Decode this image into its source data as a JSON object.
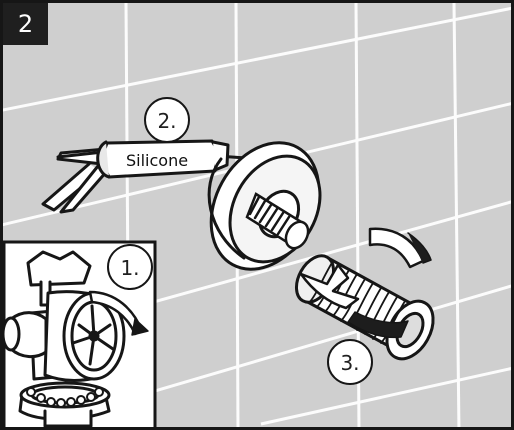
{
  "step": {
    "number": "2"
  },
  "callouts": [
    {
      "label": "1."
    },
    {
      "label": "2."
    },
    {
      "label": "3."
    }
  ],
  "tube": {
    "label": "Silicone"
  },
  "colors": {
    "background": "#cfcfcf",
    "tile_lines": "#ffffff",
    "line": "#161616",
    "badge": "#1f1f1f",
    "inset_background": "#ffffff"
  }
}
